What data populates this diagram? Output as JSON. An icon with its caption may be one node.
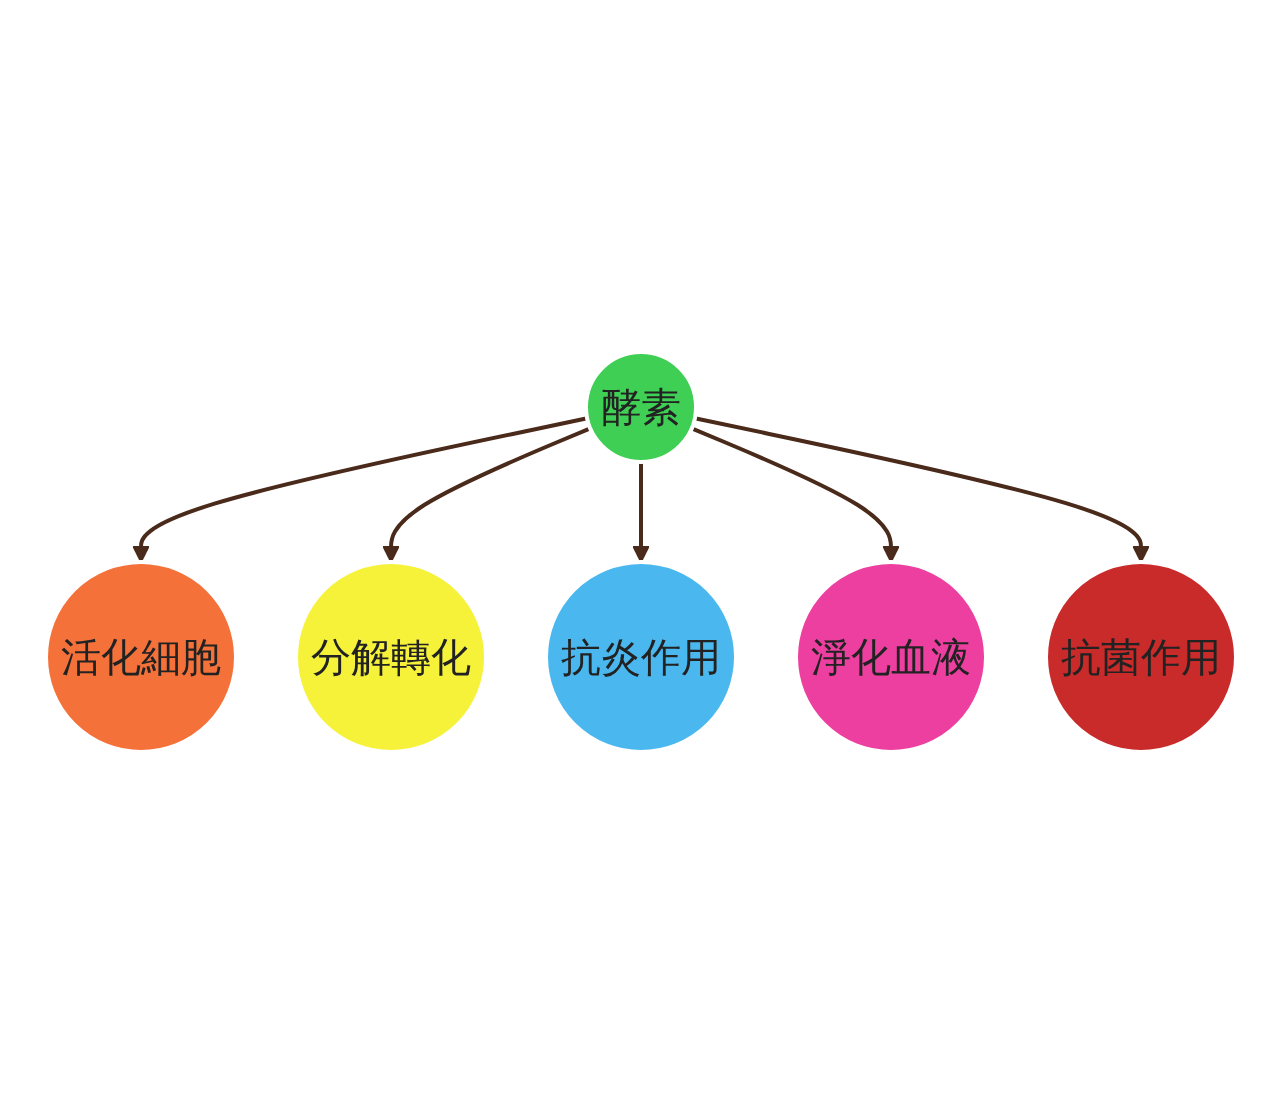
{
  "diagram": {
    "nodes": [
      {
        "text": [
          "活化細胞"
        ]
      },
      {
        "text": [
          "分解轉化"
        ]
      },
      {
        "text": [
          "酵素"
        ]
      },
      {
        "text": [
          "抗炎作用"
        ]
      },
      {
        "text": [
          "淨化血液"
        ]
      },
      {
        "text": [
          "抗菌作用"
        ]
      }
    ],
    "edges": [
      {
        "from": 2,
        "to": 0,
        "arrow": "to"
      },
      {
        "from": 2,
        "to": 1,
        "arrow": "to"
      },
      {
        "from": 2,
        "to": 3,
        "arrow": "to"
      },
      {
        "from": 2,
        "to": 4,
        "arrow": "to"
      },
      {
        "from": 2,
        "to": 5,
        "arrow": "to"
      }
    ]
  }
}
